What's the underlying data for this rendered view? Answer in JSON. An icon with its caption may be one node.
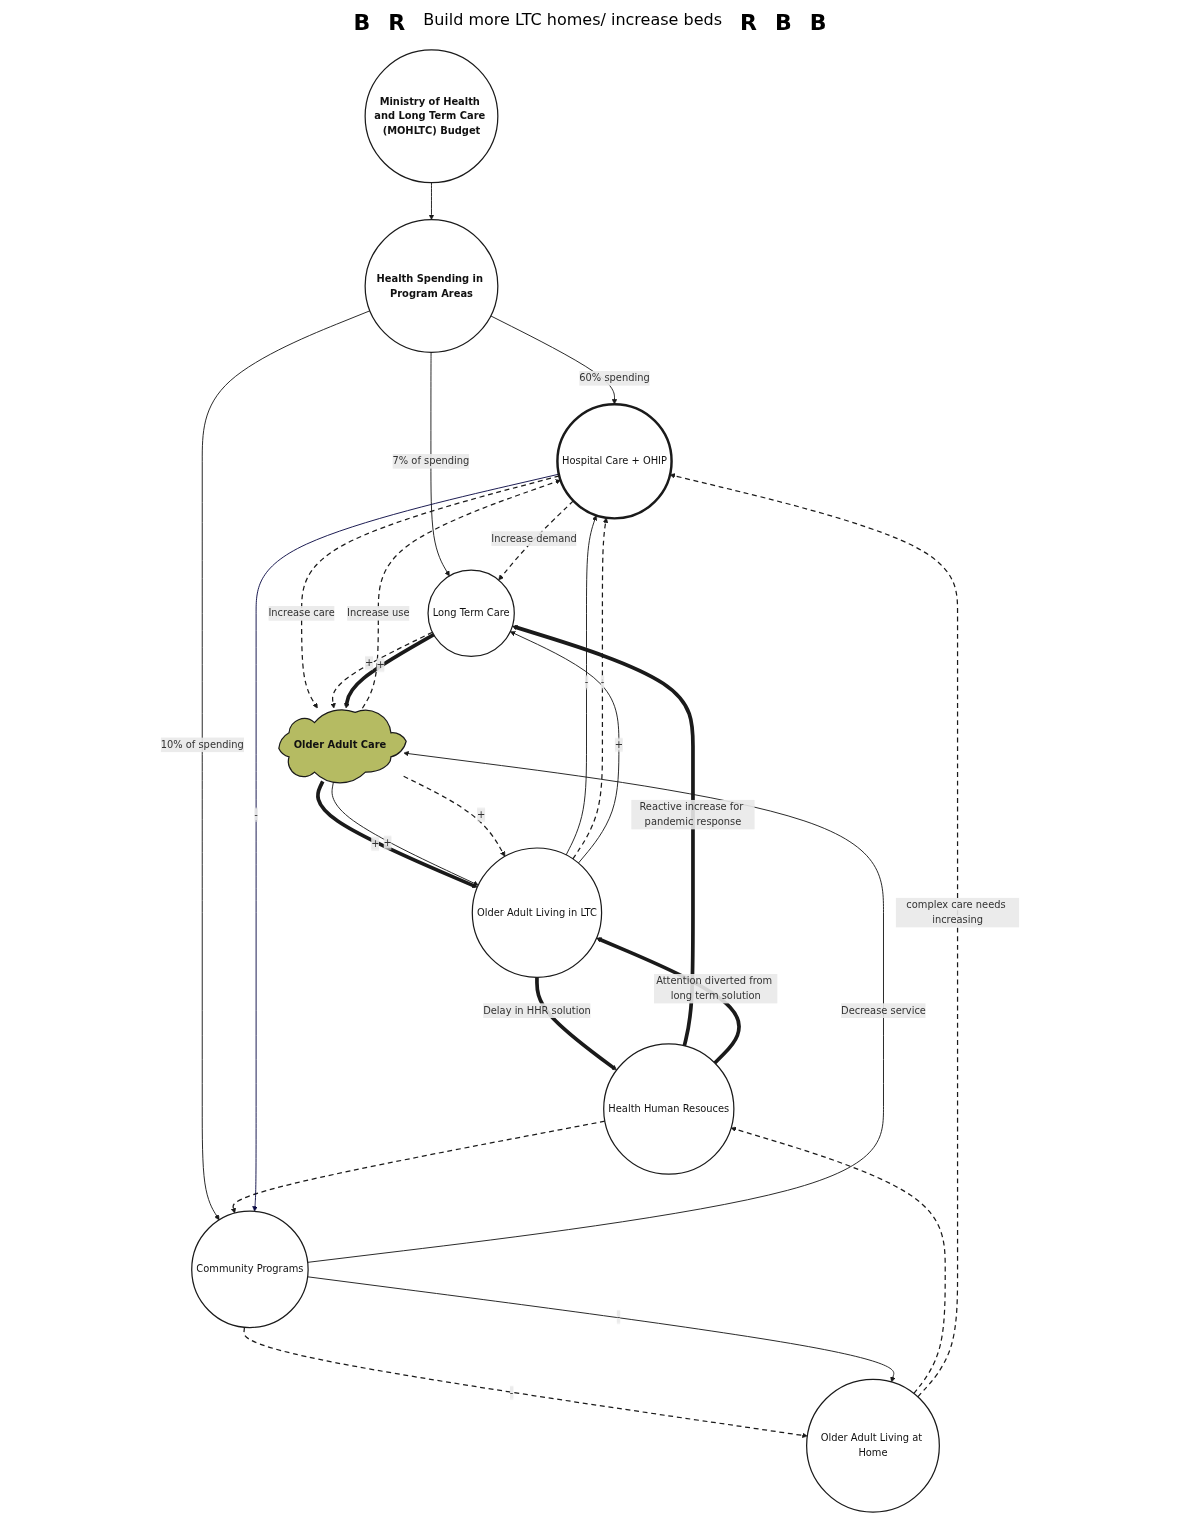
{
  "diagram": {
    "nodes": [
      {
        "text": [
          "Ministry of Health and Long Term Care (MOHLTC) Budget"
        ]
      },
      {
        "text": [
          "Health Spending in Program Areas"
        ]
      },
      {
        "text": [
          "Health Human Resouces"
        ]
      },
      {
        "text": [
          "Hospital Care + OHIP"
        ]
      },
      {
        "text": [
          "Long Term Care"
        ]
      },
      {
        "text": [
          "Older Adult Care"
        ]
      },
      {
        "text": [
          "Older Adult Living in LTC"
        ]
      },
      {
        "text": [
          "Community Programs"
        ]
      },
      {
        "text": [
          "Older Adult Living at Home"
        ]
      }
    ],
    "edges": [
      {
        "from": 0,
        "to": 1,
        "arrow": "to"
      },
      {
        "from": 1,
        "to": 3,
        "arrow": "to",
        "label": "60% spending"
      },
      {
        "from": 1,
        "to": 4,
        "arrow": "to",
        "label": "7% of spending"
      },
      {
        "from": 1,
        "to": 7,
        "arrow": "to",
        "label": "10% of spending"
      },
      {
        "from": 2,
        "to": 4,
        "arrow": "to",
        "label": "Reactive increase for pandemic response",
        "style": "thick"
      },
      {
        "from": 2,
        "to": 7,
        "arrow": "to",
        "style": "dashed"
      },
      {
        "from": 8,
        "to": 2,
        "arrow": "to",
        "style": "dashed"
      },
      {
        "from": 6,
        "to": 2,
        "arrow": "to",
        "label": "Delay in HHR solution",
        "style": "thick"
      },
      {
        "from": 2,
        "to": 6,
        "arrow": "to",
        "label": "Attention diverted from long term solution",
        "style": "thick"
      },
      {
        "from": 6,
        "to": 3,
        "arrow": "to",
        "label": "-"
      },
      {
        "from": 6,
        "to": 3,
        "arrow": "to",
        "label": "-",
        "style": "dashed"
      },
      {
        "from": 5,
        "to": 3,
        "arrow": "to",
        "label": "Increase use",
        "style": "dashed"
      },
      {
        "from": 3,
        "to": 4,
        "arrow": "to",
        "label": "Increase demand",
        "style": "dashed"
      },
      {
        "from": 3,
        "to": 5,
        "arrow": "to",
        "label": "Increase care",
        "style": "dashed"
      },
      {
        "from": 3,
        "to": 7,
        "arrow": "to",
        "label": "-",
        "color": "#0b0b45"
      },
      {
        "from": 6,
        "to": 4,
        "arrow": "to",
        "label": "+"
      },
      {
        "from": 4,
        "to": 5,
        "arrow": "to",
        "label": "+",
        "style": "dashed"
      },
      {
        "from": 4,
        "to": 5,
        "arrow": "to",
        "label": "+",
        "style": "thick"
      },
      {
        "from": 5,
        "to": 6,
        "arrow": "to",
        "label": "+",
        "style": "thick"
      },
      {
        "from": 5,
        "to": 6,
        "arrow": "to",
        "label": "+"
      },
      {
        "from": 5,
        "to": 6,
        "arrow": "to",
        "label": "+",
        "style": "dashed"
      },
      {
        "from": 8,
        "to": 3,
        "arrow": "to",
        "label": "complex care needs increasing",
        "style": "dashed"
      },
      {
        "from": 7,
        "to": 5,
        "arrow": "to",
        "label": "Decrease service"
      },
      {
        "from": 7,
        "to": 8,
        "arrow": "to",
        "label": "-",
        "style": "dashed"
      },
      {
        "from": 7,
        "to": 8,
        "arrow": "to",
        "label": "-"
      }
    ],
    "labels": [
      "B",
      "R",
      "Build more LTC homes/ increase beds",
      "R",
      "B",
      "B"
    ]
  }
}
